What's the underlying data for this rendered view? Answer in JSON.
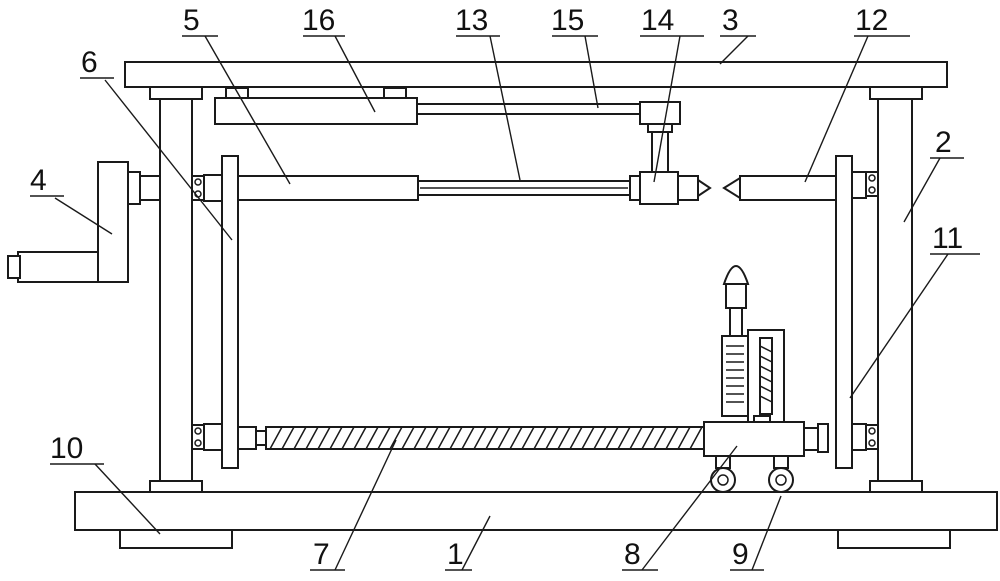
{
  "diagram": {
    "labels": [
      {
        "id": "1",
        "text": "1"
      },
      {
        "id": "2",
        "text": "2"
      },
      {
        "id": "3",
        "text": "3"
      },
      {
        "id": "4",
        "text": "4"
      },
      {
        "id": "5",
        "text": "5"
      },
      {
        "id": "6",
        "text": "6"
      },
      {
        "id": "7",
        "text": "7"
      },
      {
        "id": "8",
        "text": "8"
      },
      {
        "id": "9",
        "text": "9"
      },
      {
        "id": "10",
        "text": "10"
      },
      {
        "id": "11",
        "text": "11"
      },
      {
        "id": "12",
        "text": "12"
      },
      {
        "id": "13",
        "text": "13"
      },
      {
        "id": "14",
        "text": "14"
      },
      {
        "id": "15",
        "text": "15"
      },
      {
        "id": "16",
        "text": "16"
      }
    ],
    "colors": {
      "line": "#1a1a1a",
      "background": "#ffffff"
    }
  }
}
